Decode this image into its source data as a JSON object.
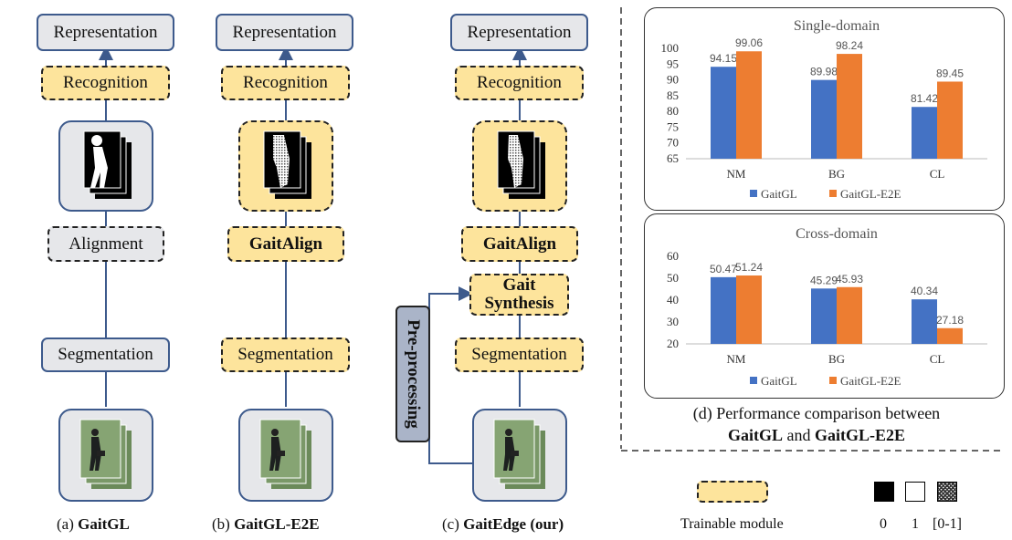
{
  "columns": {
    "a": {
      "representation": "Representation",
      "recognition": "Recognition",
      "alignment": "Alignment",
      "segmentation": "Segmentation",
      "caption_prefix": "(a) ",
      "caption_bold": "GaitGL"
    },
    "b": {
      "representation": "Representation",
      "recognition": "Recognition",
      "align": "GaitAlign",
      "segmentation": "Segmentation",
      "caption_prefix": "(b) ",
      "caption_bold": "GaitGL-E2E"
    },
    "c": {
      "representation": "Representation",
      "recognition": "Recognition",
      "align": "GaitAlign",
      "synthesis_line1": "Gait",
      "synthesis_line2": "Synthesis",
      "segmentation": "Segmentation",
      "preprocessing": "Pre-processing",
      "caption_prefix": "(c) ",
      "caption_bold": "GaitEdge (our)"
    }
  },
  "chart_caption": {
    "line1": "(d) Performance comparison between",
    "bold1": "GaitGL",
    "and": " and ",
    "bold2": "GaitGL-E2E"
  },
  "legend_bottom": {
    "trainable": "Trainable module",
    "black": "0",
    "white": "1",
    "hatched": "[0-1]"
  },
  "colors": {
    "gaitgl": "#4472c4",
    "gaitgl_e2e": "#ed7d31",
    "module_yellow": "#fde49c",
    "module_gray": "#e6e7ea",
    "arrow_blue": "#3d5a8c"
  },
  "chart_data": [
    {
      "type": "bar",
      "title": "Single-domain",
      "categories": [
        "NM",
        "BG",
        "CL"
      ],
      "series": [
        {
          "name": "GaitGL",
          "values": [
            94.15,
            89.98,
            81.42
          ]
        },
        {
          "name": "GaitGL-E2E",
          "values": [
            99.06,
            98.24,
            89.45
          ]
        }
      ],
      "ylim": [
        65,
        100
      ],
      "yticks": [
        65,
        70,
        75,
        80,
        85,
        90,
        95,
        100
      ],
      "legend": "bottom"
    },
    {
      "type": "bar",
      "title": "Cross-domain",
      "categories": [
        "NM",
        "BG",
        "CL"
      ],
      "series": [
        {
          "name": "GaitGL",
          "values": [
            50.47,
            45.29,
            40.34
          ]
        },
        {
          "name": "GaitGL-E2E",
          "values": [
            51.24,
            45.93,
            27.18
          ]
        }
      ],
      "ylim": [
        20,
        60
      ],
      "yticks": [
        20,
        30,
        40,
        50,
        60
      ],
      "legend": "bottom"
    }
  ]
}
